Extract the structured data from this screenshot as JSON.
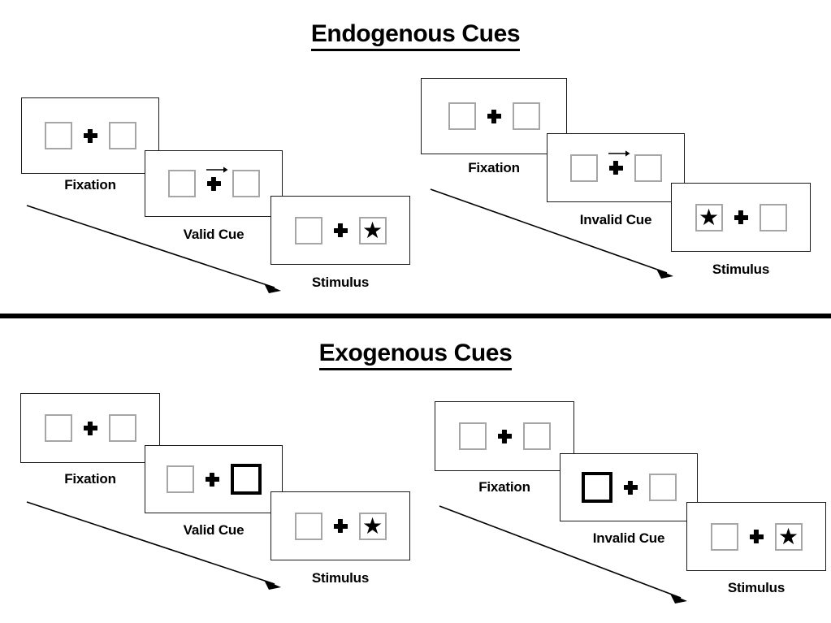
{
  "figure": {
    "title_top": "Endogenous Cues",
    "title_bottom": "Exogenous Cues"
  },
  "sections": [
    {
      "id": "endogenous",
      "title": "Endogenous Cues",
      "sequences": [
        {
          "id": "endogenous-valid",
          "frames": [
            {
              "caption": "Fixation",
              "cue": "none",
              "cue_side": "",
              "target": "none",
              "target_side": ""
            },
            {
              "caption": "Valid Cue",
              "cue": "arrow-right",
              "cue_side": "right",
              "target": "none",
              "target_side": ""
            },
            {
              "caption": "Stimulus",
              "cue": "none",
              "cue_side": "",
              "target": "star",
              "target_side": "right"
            }
          ]
        },
        {
          "id": "endogenous-invalid",
          "frames": [
            {
              "caption": "Fixation",
              "cue": "none",
              "cue_side": "",
              "target": "none",
              "target_side": ""
            },
            {
              "caption": "Invalid Cue",
              "cue": "arrow-right",
              "cue_side": "right",
              "target": "none",
              "target_side": ""
            },
            {
              "caption": "Stimulus",
              "cue": "none",
              "cue_side": "",
              "target": "star",
              "target_side": "left"
            }
          ]
        }
      ]
    },
    {
      "id": "exogenous",
      "title": "Exogenous Cues",
      "sequences": [
        {
          "id": "exogenous-valid",
          "frames": [
            {
              "caption": "Fixation",
              "cue": "none",
              "cue_side": "",
              "target": "none",
              "target_side": ""
            },
            {
              "caption": "Valid Cue",
              "cue": "box-highlight",
              "cue_side": "right",
              "target": "none",
              "target_side": ""
            },
            {
              "caption": "Stimulus",
              "cue": "none",
              "cue_side": "",
              "target": "star",
              "target_side": "right"
            }
          ]
        },
        {
          "id": "exogenous-invalid",
          "frames": [
            {
              "caption": "Fixation",
              "cue": "none",
              "cue_side": "",
              "target": "none",
              "target_side": ""
            },
            {
              "caption": "Invalid Cue",
              "cue": "box-highlight",
              "cue_side": "left",
              "target": "none",
              "target_side": ""
            },
            {
              "caption": "Stimulus",
              "cue": "none",
              "cue_side": "",
              "target": "star",
              "target_side": "right"
            }
          ]
        }
      ]
    }
  ],
  "labels": {
    "fixation": "Fixation",
    "valid_cue": "Valid Cue",
    "invalid_cue": "Invalid Cue",
    "stimulus": "Stimulus",
    "endo_valid_fixation": "Fixation",
    "endo_valid_cue": "Valid Cue",
    "endo_valid_stimulus": "Stimulus",
    "endo_invalid_fixation": "Fixation",
    "endo_invalid_cue": "Invalid Cue",
    "endo_invalid_stimulus": "Stimulus",
    "exo_valid_fixation": "Fixation",
    "exo_valid_cue": "Valid Cue",
    "exo_valid_stimulus": "Stimulus",
    "exo_invalid_fixation": "Fixation",
    "exo_invalid_cue": "Invalid Cue",
    "exo_invalid_stimulus": "Stimulus"
  },
  "icons": {
    "fixation_cross": "plus-icon",
    "target": "star-icon",
    "cue": "arrow-right-icon",
    "flow": "diagonal-arrow-icon"
  },
  "colors": {
    "background": "#ffffff",
    "ink": "#000000",
    "panel_border": "#1a1a1a",
    "placeholder_border": "#a6a6a6",
    "highlight_border": "#000000",
    "divider": "#000000"
  },
  "star_glyph": "★"
}
